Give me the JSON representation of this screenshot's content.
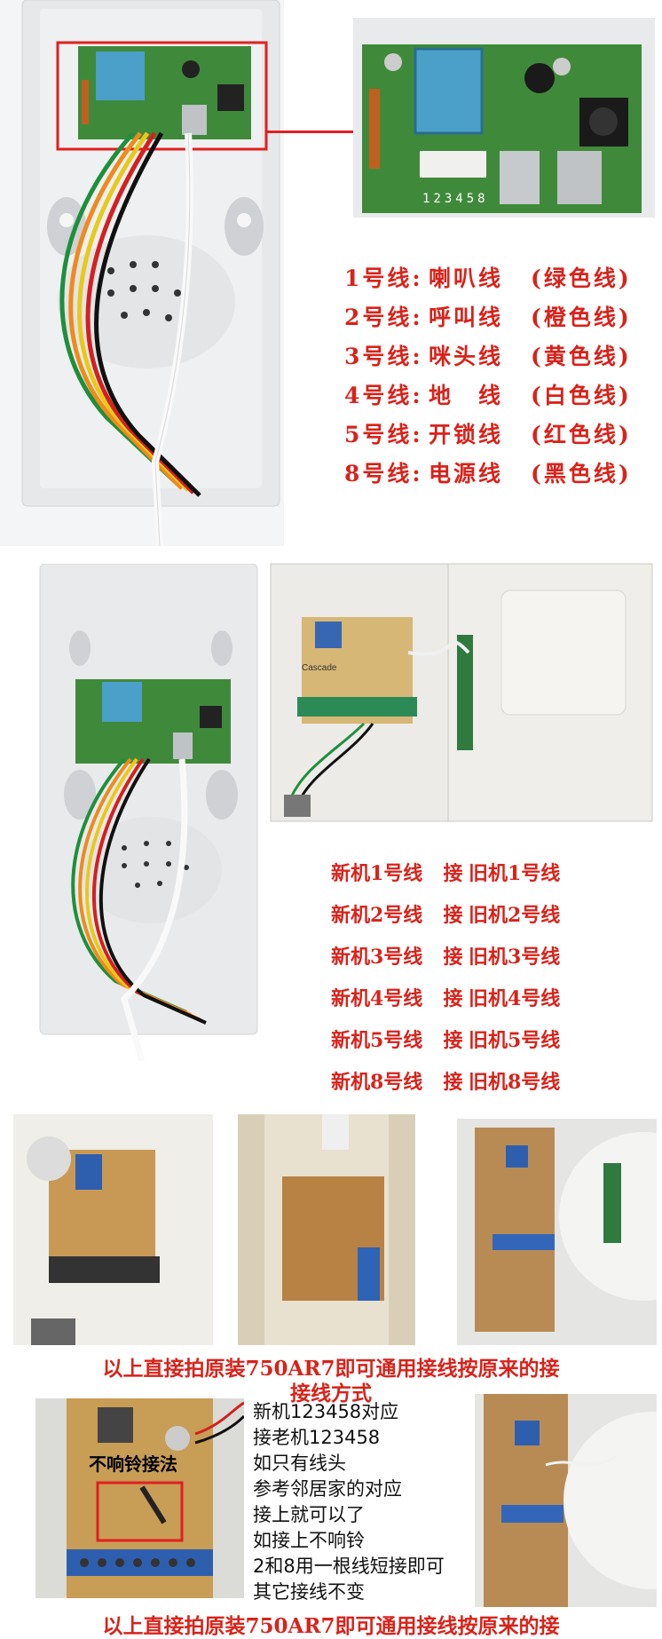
{
  "wire_list": [
    {
      "num": "1号线:",
      "name": "喇叭线",
      "color": "(绿色线)"
    },
    {
      "num": "2号线:",
      "name": "呼叫线",
      "color": "(橙色线)"
    },
    {
      "num": "3号线:",
      "name": "咪头线",
      "color": "(黄色线)"
    },
    {
      "num": "4号线:",
      "name": "地　线",
      "color": "(白色线)"
    },
    {
      "num": "5号线:",
      "name": "开锁线",
      "color": "(红色线)"
    },
    {
      "num": "8号线:",
      "name": "电源线",
      "color": "(黑色线)"
    }
  ],
  "pcb_label": "123458",
  "board_label": "Cascade",
  "mapping": [
    {
      "new": "新机1号线",
      "mid": "接",
      "old": "旧机1号线"
    },
    {
      "new": "新机2号线",
      "mid": "接",
      "old": "旧机2号线"
    },
    {
      "new": "新机3号线",
      "mid": "接",
      "old": "旧机3号线"
    },
    {
      "new": "新机4号线",
      "mid": "接",
      "old": "旧机4号线"
    },
    {
      "new": "新机5号线",
      "mid": "接",
      "old": "旧机5号线"
    },
    {
      "new": "新机8号线",
      "mid": "接",
      "old": "旧机8号线"
    }
  ],
  "caption_line1": "以上直接拍原装750AR7即可通用接线按原来的接",
  "caption_line2": "接线方式",
  "no_ring_label": "不响铃接法",
  "notes": [
    "新机123458对应",
    "接老机123458",
    "如只有线头",
    "参考邻居家的对应",
    "接上就可以了",
    "如接上不响铃",
    "2和8用一根线短接即可",
    "其它接线不变"
  ],
  "caption_bottom": "以上直接拍原装750AR7即可通用接线按原来的接",
  "colors": {
    "accent_red": "#d8231b",
    "pcb_green": "#3f8a3a",
    "wire_green": "#1e8f3c",
    "wire_orange": "#f08a1c",
    "wire_yellow": "#e8c91a",
    "wire_red": "#d42020",
    "wire_black": "#111111"
  }
}
